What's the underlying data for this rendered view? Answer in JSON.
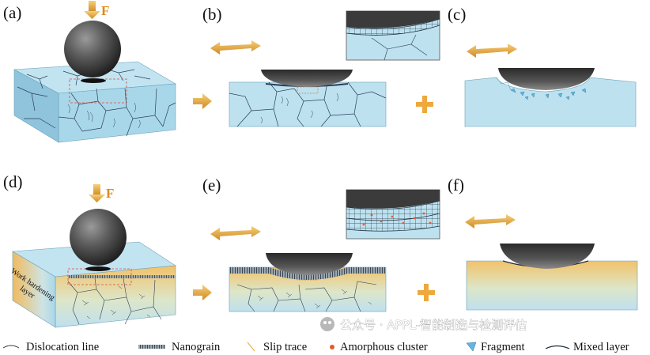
{
  "panels": {
    "a": "(a)",
    "b": "(b)",
    "c": "(c)",
    "d": "(d)",
    "e": "(e)",
    "f": "(f)"
  },
  "force_label": "F",
  "side_label": "Work hardening layer",
  "side_label_lines": [
    "Work hardening",
    "layer"
  ],
  "legend": [
    {
      "icon": "dislocation-line",
      "label": "Dislocation line"
    },
    {
      "icon": "nanograin",
      "label": "Nanograin"
    },
    {
      "icon": "slip-trace",
      "label": "Slip trace"
    },
    {
      "icon": "amorphous-cluster",
      "label": "Amorphous cluster"
    },
    {
      "icon": "fragment",
      "label": "Fragment"
    },
    {
      "icon": "mixed-layer",
      "label": "Mixed layer"
    }
  ],
  "watermark": "公众号 · APPL-智能制造与检测评估",
  "colors": {
    "block_top": "#c2e4f1",
    "block_front": "#a9d7ea",
    "block_side": "#8fc4dc",
    "arrow": "#e9a93f",
    "hardened": "#f1c46b",
    "cluster": "#e15a2b",
    "fragment": "#62b6df"
  }
}
